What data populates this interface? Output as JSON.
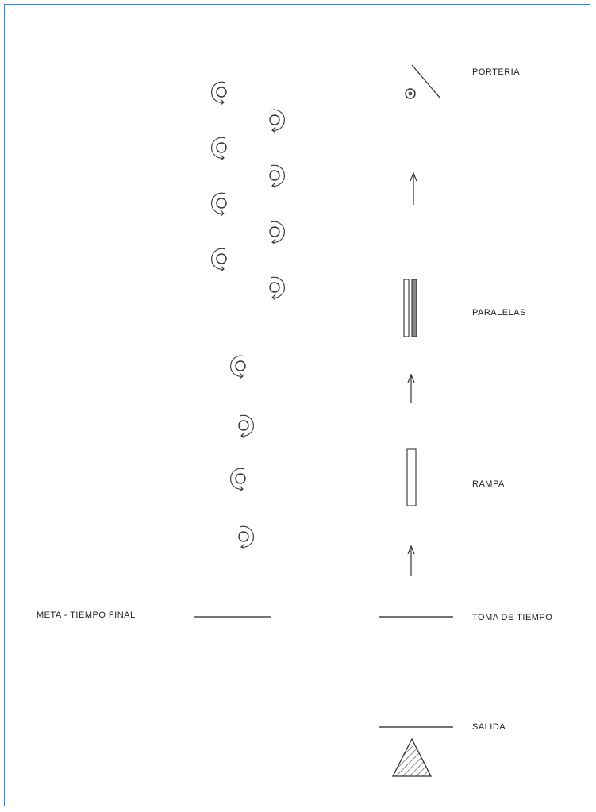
{
  "labels": {
    "porteria": "PORTERIA",
    "paralelas": "PARALELAS",
    "rampa": "RAMPA",
    "meta": "META - TIEMPO FINAL",
    "toma": "TOMA DE TIEMPO",
    "salida": "SALIDA"
  },
  "colors": {
    "frame": "#4a7bc8",
    "stroke": "#333333",
    "fill_gray": "#888888"
  },
  "icons": {
    "spin_clockwise": "spin-cw-icon",
    "spin_counterclockwise": "spin-ccw-icon",
    "arrow_up": "arrow-up-icon",
    "start_triangle": "hatched-triangle-icon",
    "goal_ball": "ball-icon"
  }
}
